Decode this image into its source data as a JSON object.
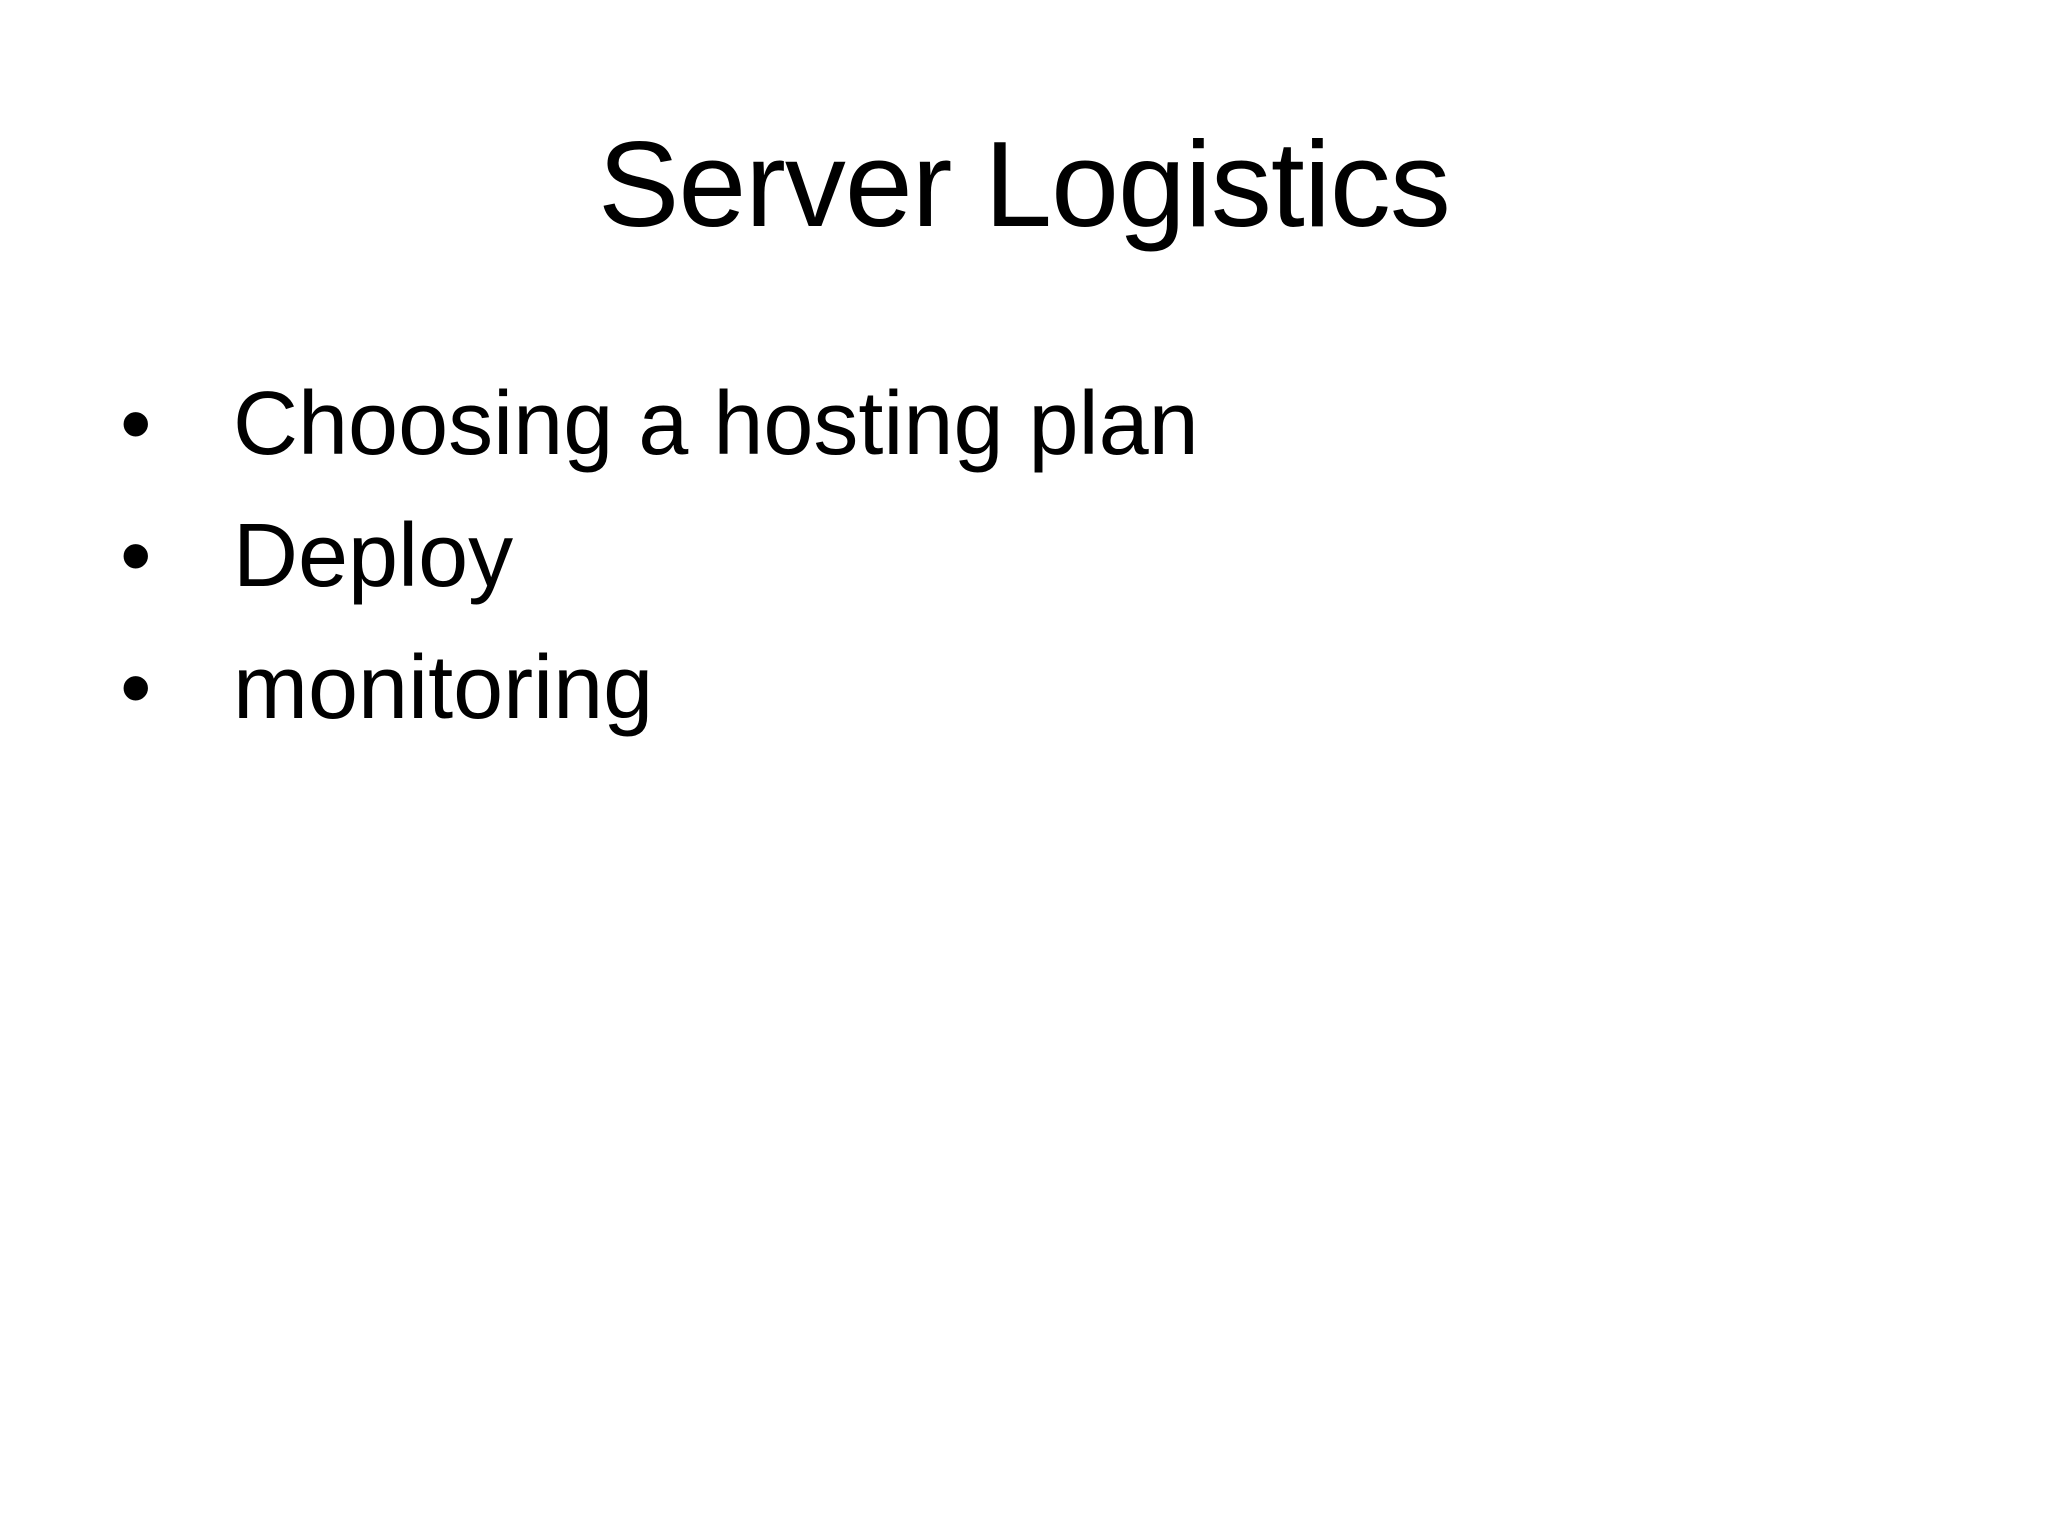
{
  "slide": {
    "title": "Server Logistics",
    "bullet_glyph": "•",
    "bullets": [
      "Choosing a hosting plan",
      "Deploy",
      "monitoring"
    ],
    "colors": {
      "background": "#ffffff",
      "text": "#000000"
    }
  }
}
